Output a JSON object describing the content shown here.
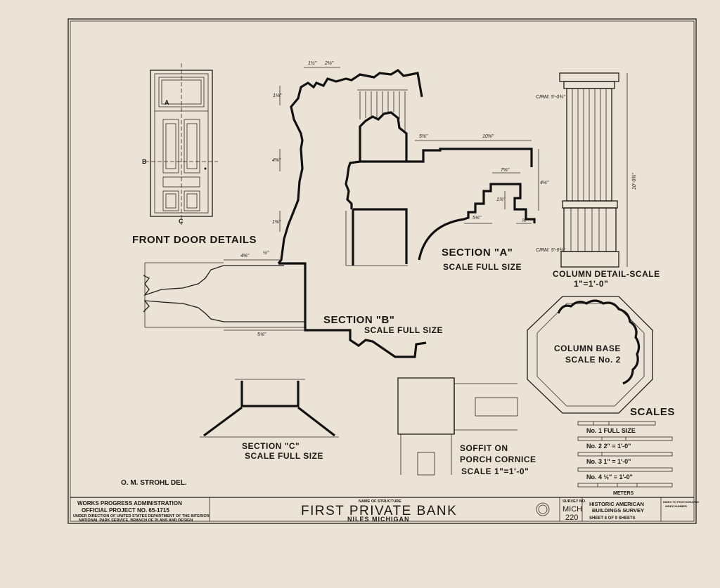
{
  "drawing_labels": {
    "front_door": "FRONT DOOR DETAILS",
    "door_mark_a": "A",
    "door_mark_b": "B",
    "door_mark_c": "C",
    "section_a_title": "SECTION \"A\"",
    "section_a_scale": "SCALE FULL SIZE",
    "section_b_title": "SECTION \"B\"",
    "section_b_scale": "SCALE FULL SIZE",
    "section_c_title": "SECTION \"C\"",
    "section_c_scale": "SCALE FULL SIZE",
    "column_detail_title": "COLUMN DETAIL-SCALE",
    "column_detail_scale": "1\"=1'-0\"",
    "column_circ_top": "CIRM. 5'-0¾\"",
    "column_circ_bottom": "CIRM. 5'-6¾\"",
    "column_height": "10'-0¾\"",
    "column_base_title": "COLUMN BASE",
    "column_base_scale": "SCALE No. 2",
    "soffit_title_1": "SOFFIT ON",
    "soffit_title_2": "PORCH CORNICE",
    "soffit_scale": "SCALE 1\"=1'-0\"",
    "delineator": "O. M. STROHL   DEL."
  },
  "dimensions": {
    "a1": "1½\"",
    "a2": "2⅛\"",
    "a3": "1⅛\"",
    "a4": "4⅝\"",
    "a5": "1⅝\"",
    "a6": "5⅜\"",
    "a7": "10⅝\"",
    "a8": "7⅝\"",
    "a9": "4⅛\"",
    "a10": "5⅛\"",
    "a11": "1⅞\"",
    "a12": "⅞\"",
    "b1": "4⅝\"",
    "b2": "5⅛\"",
    "b3": "½\""
  },
  "scales": {
    "title": "SCALES",
    "items": [
      "No. 1  FULL SIZE",
      "No. 2   2\" = 1'-0\"",
      "No. 3   1\" = 1'-0\"",
      "No. 4   ½\" = 1'-0\""
    ],
    "meters": "METERS"
  },
  "title_block": {
    "agency_1": "WORKS PROGRESS ADMINISTRATION",
    "agency_2": "OFFICIAL PROJECT NO. 65-1715",
    "agency_3": "UNDER DIRECTION OF UNITED STATES DEPARTMENT OF THE INTERIOR",
    "agency_4": "NATIONAL PARK SERVICE, BRANCH OF PLANS AND DESIGN",
    "structure_caption": "NAME OF STRUCTURE",
    "structure_name": "FIRST PRIVATE BANK",
    "location": "NILES    MICHIGAN",
    "survey_caption": "SURVEY NO.",
    "survey_state": "MICH",
    "survey_number": "220",
    "habs_1": "HISTORIC AMERICAN",
    "habs_2": "BUILDINGS SURVEY",
    "sheet": "SHEET 8 OF 9 SHEETS",
    "index_1": "INDEX TO PHOTOGRAPHS",
    "index_2": "INDEX NUMBER"
  },
  "colors": {
    "paper": "#ebe4d6",
    "ink": "#1a1714"
  }
}
